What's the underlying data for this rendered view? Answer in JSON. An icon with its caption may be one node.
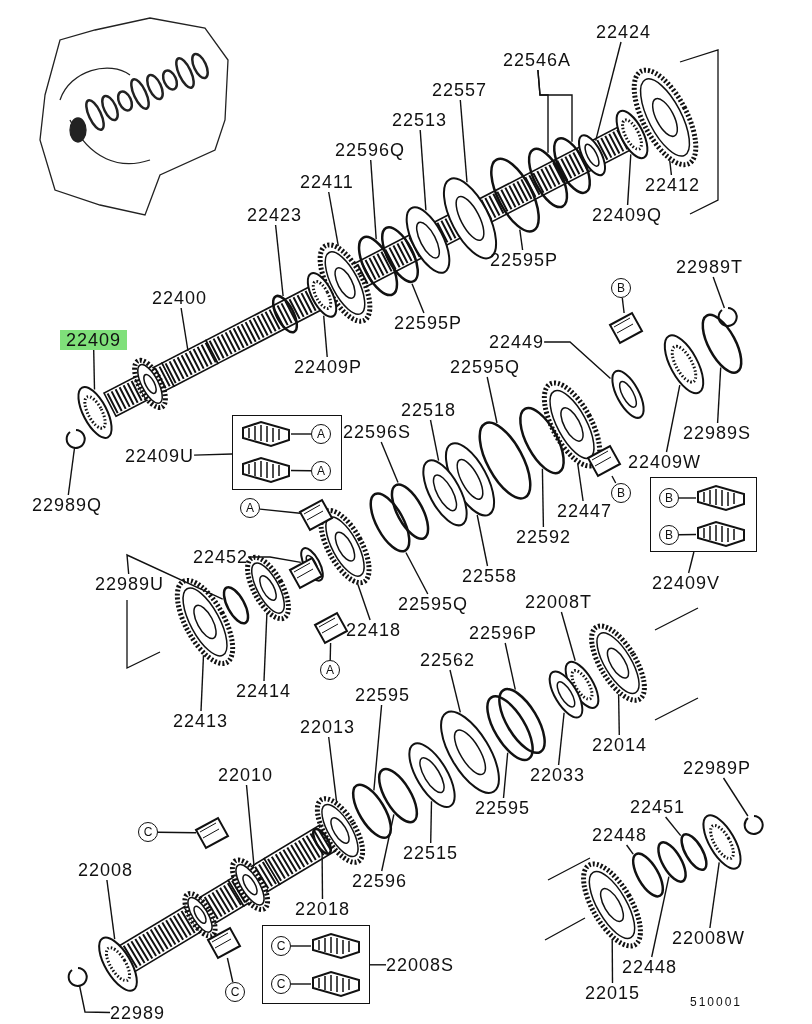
{
  "diagram": {
    "nodes": [
      {
        "text": [
          "22424"
        ]
      },
      {
        "text": [
          "22546A"
        ]
      },
      {
        "text": [
          "22557"
        ]
      },
      {
        "text": [
          "22513"
        ]
      },
      {
        "text": [
          "22596Q"
        ]
      },
      {
        "text": [
          "22411"
        ]
      },
      {
        "text": [
          "22423"
        ]
      },
      {
        "text": [
          "22400"
        ]
      },
      {
        "text": [
          "22409"
        ]
      },
      {
        "text": [
          "22412"
        ]
      },
      {
        "text": [
          "22409Q"
        ]
      },
      {
        "text": [
          "22595P"
        ]
      },
      {
        "text": [
          "22595P"
        ]
      },
      {
        "text": [
          "22409P"
        ]
      },
      {
        "text": [
          "B"
        ]
      },
      {
        "text": [
          "22989T"
        ]
      },
      {
        "text": [
          "22449"
        ]
      },
      {
        "text": [
          "22595Q"
        ]
      },
      {
        "text": [
          "22518"
        ]
      },
      {
        "text": [
          "22596S"
        ]
      },
      {
        "text": [],
        "shape": "box"
      },
      {
        "text": [
          "A"
        ],
        "in": 20
      },
      {
        "text": [
          "A"
        ],
        "in": 20
      },
      {
        "text": [
          "22409U"
        ]
      },
      {
        "text": [
          "22989Q"
        ]
      },
      {
        "text": [
          "22989S"
        ]
      },
      {
        "text": [
          "22409W"
        ]
      },
      {
        "text": [
          "B"
        ]
      },
      {
        "text": [
          "22447"
        ]
      },
      {
        "text": [
          "22592"
        ]
      },
      {
        "text": [],
        "shape": "box"
      },
      {
        "text": [
          "B"
        ],
        "in": 30
      },
      {
        "text": [
          "B"
        ],
        "in": 30
      },
      {
        "text": [
          "22409V"
        ]
      },
      {
        "text": [
          "A"
        ]
      },
      {
        "text": [
          "22452"
        ]
      },
      {
        "text": [
          "22989U"
        ]
      },
      {
        "text": [
          "22558"
        ]
      },
      {
        "text": [
          "22595Q"
        ]
      },
      {
        "text": [
          "22418"
        ]
      },
      {
        "text": [
          "A"
        ]
      },
      {
        "text": [
          "22414"
        ]
      },
      {
        "text": [
          "22413"
        ]
      },
      {
        "text": [
          "22008T"
        ]
      },
      {
        "text": [
          "22596P"
        ]
      },
      {
        "text": [
          "22562"
        ]
      },
      {
        "text": [
          "22595"
        ]
      },
      {
        "text": [
          "22014"
        ]
      },
      {
        "text": [
          "22033"
        ]
      },
      {
        "text": [
          "22013"
        ]
      },
      {
        "text": [
          "22010"
        ]
      },
      {
        "text": [
          "22595"
        ]
      },
      {
        "text": [
          "22989P"
        ]
      },
      {
        "text": [
          "22451"
        ]
      },
      {
        "text": [
          "22448"
        ]
      },
      {
        "text": [
          "C"
        ]
      },
      {
        "text": [
          "22515"
        ]
      },
      {
        "text": [
          "22596"
        ]
      },
      {
        "text": [
          "22008"
        ]
      },
      {
        "text": [
          "22018"
        ]
      },
      {
        "text": [
          "22008W"
        ]
      },
      {
        "text": [],
        "shape": "box"
      },
      {
        "text": [
          "C"
        ],
        "in": 61
      },
      {
        "text": [
          "C"
        ],
        "in": 61
      },
      {
        "text": [
          "22008S"
        ]
      },
      {
        "text": [
          "C"
        ]
      },
      {
        "text": [
          "22448"
        ]
      },
      {
        "text": [
          "22989"
        ]
      },
      {
        "text": [
          "22015"
        ]
      },
      {
        "text": [],
        "shape": "picture"
      },
      {
        "text": [],
        "shape": "circle"
      },
      {
        "text": [],
        "shape": "circle"
      },
      {
        "text": [],
        "shape": "picture"
      },
      {
        "text": [],
        "shape": "picture"
      },
      {
        "text": [],
        "shape": "circle"
      },
      {
        "text": [],
        "shape": "picture"
      },
      {
        "text": [],
        "shape": "circle"
      },
      {
        "text": [],
        "shape": "picture"
      },
      {
        "text": [],
        "shape": "picture"
      },
      {
        "text": [],
        "shape": "picture"
      },
      {
        "text": [],
        "shape": "picture"
      },
      {
        "text": [],
        "shape": "circle"
      },
      {
        "text": [],
        "shape": "circle"
      },
      {
        "text": [],
        "shape": "picture"
      },
      {
        "text": [],
        "shape": "picture"
      },
      {
        "text": [],
        "shape": "picture"
      },
      {
        "text": [],
        "shape": "picture"
      },
      {
        "text": [],
        "shape": "circle"
      },
      {
        "text": [],
        "shape": "picture"
      },
      {
        "text": [],
        "shape": "circle"
      },
      {
        "text": [],
        "shape": "picture",
        "in": 20
      },
      {
        "text": [],
        "shape": "picture",
        "in": 20
      },
      {
        "text": [],
        "shape": "picture"
      },
      {
        "text": [],
        "shape": "circle"
      },
      {
        "text": [],
        "shape": "picture"
      },
      {
        "text": [],
        "shape": "picture"
      },
      {
        "text": [],
        "shape": "picture"
      },
      {
        "text": [],
        "shape": "circle"
      },
      {
        "text": [],
        "shape": "picture",
        "in": 30
      },
      {
        "text": [],
        "shape": "picture",
        "in": 30
      },
      {
        "text": [],
        "shape": "picture"
      },
      {
        "text": [],
        "shape": "picture"
      },
      {
        "text": [],
        "shape": "circle"
      },
      {
        "text": [],
        "shape": "picture"
      },
      {
        "text": [],
        "shape": "circle"
      },
      {
        "text": [],
        "shape": "picture"
      },
      {
        "text": [],
        "shape": "picture"
      },
      {
        "text": [],
        "shape": "picture"
      },
      {
        "text": [],
        "shape": "picture"
      },
      {
        "text": [],
        "shape": "picture"
      },
      {
        "text": [],
        "shape": "circle"
      },
      {
        "text": [],
        "shape": "picture"
      },
      {
        "text": [],
        "shape": "circle"
      },
      {
        "text": [],
        "shape": "picture"
      },
      {
        "text": [],
        "shape": "picture"
      },
      {
        "text": [],
        "shape": "picture"
      },
      {
        "text": [],
        "shape": "picture"
      },
      {
        "text": [],
        "shape": "circle"
      },
      {
        "text": [],
        "shape": "picture"
      },
      {
        "text": [],
        "shape": "circle"
      },
      {
        "text": [],
        "shape": "circle"
      },
      {
        "text": [],
        "shape": "picture"
      },
      {
        "text": [],
        "shape": "picture"
      },
      {
        "text": [],
        "shape": "circle"
      },
      {
        "text": [],
        "shape": "picture"
      },
      {
        "text": [],
        "shape": "circle"
      },
      {
        "text": [],
        "shape": "picture"
      },
      {
        "text": [],
        "shape": "picture",
        "in": 61
      },
      {
        "text": [],
        "shape": "picture",
        "in": 61
      },
      {
        "text": [],
        "shape": "picture"
      },
      {
        "text": [],
        "shape": "circle"
      },
      {
        "text": [],
        "shape": "picture"
      },
      {
        "text": [],
        "shape": "picture"
      }
    ],
    "edges": [
      {
        "from": 0,
        "to": 69,
        "arrow": "none"
      },
      {
        "from": 1,
        "to": 70,
        "arrow": "none"
      },
      {
        "from": 1,
        "to": 71,
        "arrow": "none"
      },
      {
        "from": 2,
        "to": 72,
        "arrow": "none"
      },
      {
        "from": 3,
        "to": 73,
        "arrow": "none"
      },
      {
        "from": 4,
        "to": 74,
        "arrow": "none"
      },
      {
        "from": 5,
        "to": 75,
        "arrow": "none"
      },
      {
        "from": 6,
        "to": 76,
        "arrow": "none"
      },
      {
        "from": 7,
        "to": 77,
        "arrow": "none"
      },
      {
        "from": 8,
        "to": 78,
        "arrow": "none"
      },
      {
        "from": 9,
        "to": 79,
        "arrow": "none"
      },
      {
        "from": 10,
        "to": 80,
        "arrow": "none"
      },
      {
        "from": 11,
        "to": 81,
        "arrow": "none"
      },
      {
        "from": 12,
        "to": 82,
        "arrow": "none"
      },
      {
        "from": 13,
        "to": 83,
        "arrow": "none"
      },
      {
        "from": 14,
        "to": 84,
        "arrow": "none"
      },
      {
        "from": 15,
        "to": 85,
        "arrow": "none"
      },
      {
        "from": 16,
        "to": 86,
        "arrow": "none"
      },
      {
        "from": 17,
        "to": 87,
        "arrow": "none"
      },
      {
        "from": 18,
        "to": 88,
        "arrow": "none"
      },
      {
        "from": 19,
        "to": 89,
        "arrow": "none"
      },
      {
        "from": 21,
        "to": 90,
        "arrow": "none"
      },
      {
        "from": 22,
        "to": 91,
        "arrow": "none"
      },
      {
        "from": 23,
        "to": 20,
        "arrow": "none"
      },
      {
        "from": 24,
        "to": 92,
        "arrow": "none"
      },
      {
        "from": 25,
        "to": 93,
        "arrow": "none"
      },
      {
        "from": 26,
        "to": 94,
        "arrow": "none"
      },
      {
        "from": 27,
        "to": 95,
        "arrow": "none"
      },
      {
        "from": 28,
        "to": 96,
        "arrow": "none"
      },
      {
        "from": 29,
        "to": 97,
        "arrow": "none"
      },
      {
        "from": 31,
        "to": 98,
        "arrow": "none"
      },
      {
        "from": 32,
        "to": 99,
        "arrow": "none"
      },
      {
        "from": 33,
        "to": 30,
        "arrow": "none"
      },
      {
        "from": 34,
        "to": 100,
        "arrow": "none"
      },
      {
        "from": 35,
        "to": 101,
        "arrow": "none"
      },
      {
        "from": 36,
        "to": 102,
        "arrow": "none"
      },
      {
        "from": 37,
        "to": 103,
        "arrow": "none"
      },
      {
        "from": 38,
        "to": 104,
        "arrow": "none"
      },
      {
        "from": 39,
        "to": 105,
        "arrow": "none"
      },
      {
        "from": 40,
        "to": 106,
        "arrow": "none"
      },
      {
        "from": 41,
        "to": 107,
        "arrow": "none"
      },
      {
        "from": 42,
        "to": 108,
        "arrow": "none"
      },
      {
        "from": 43,
        "to": 109,
        "arrow": "none"
      },
      {
        "from": 44,
        "to": 110,
        "arrow": "none"
      },
      {
        "from": 45,
        "to": 111,
        "arrow": "none"
      },
      {
        "from": 46,
        "to": 112,
        "arrow": "none"
      },
      {
        "from": 47,
        "to": 113,
        "arrow": "none"
      },
      {
        "from": 48,
        "to": 114,
        "arrow": "none"
      },
      {
        "from": 49,
        "to": 115,
        "arrow": "none"
      },
      {
        "from": 50,
        "to": 116,
        "arrow": "none"
      },
      {
        "from": 51,
        "to": 117,
        "arrow": "none"
      },
      {
        "from": 52,
        "to": 118,
        "arrow": "none"
      },
      {
        "from": 53,
        "to": 119,
        "arrow": "none"
      },
      {
        "from": 54,
        "to": 120,
        "arrow": "none"
      },
      {
        "from": 55,
        "to": 121,
        "arrow": "none"
      },
      {
        "from": 56,
        "to": 122,
        "arrow": "none"
      },
      {
        "from": 57,
        "to": 123,
        "arrow": "none"
      },
      {
        "from": 58,
        "to": 124,
        "arrow": "none"
      },
      {
        "from": 59,
        "to": 125,
        "arrow": "none"
      },
      {
        "from": 60,
        "to": 126,
        "arrow": "none"
      },
      {
        "from": 62,
        "to": 127,
        "arrow": "none"
      },
      {
        "from": 63,
        "to": 128,
        "arrow": "none"
      },
      {
        "from": 64,
        "to": 61,
        "arrow": "none"
      },
      {
        "from": 65,
        "to": 129,
        "arrow": "none"
      },
      {
        "from": 66,
        "to": 130,
        "arrow": "none"
      },
      {
        "from": 67,
        "to": 131,
        "arrow": "none"
      },
      {
        "from": 68,
        "to": 132,
        "arrow": "none"
      }
    ],
    "labels": [
      "510001"
    ]
  }
}
